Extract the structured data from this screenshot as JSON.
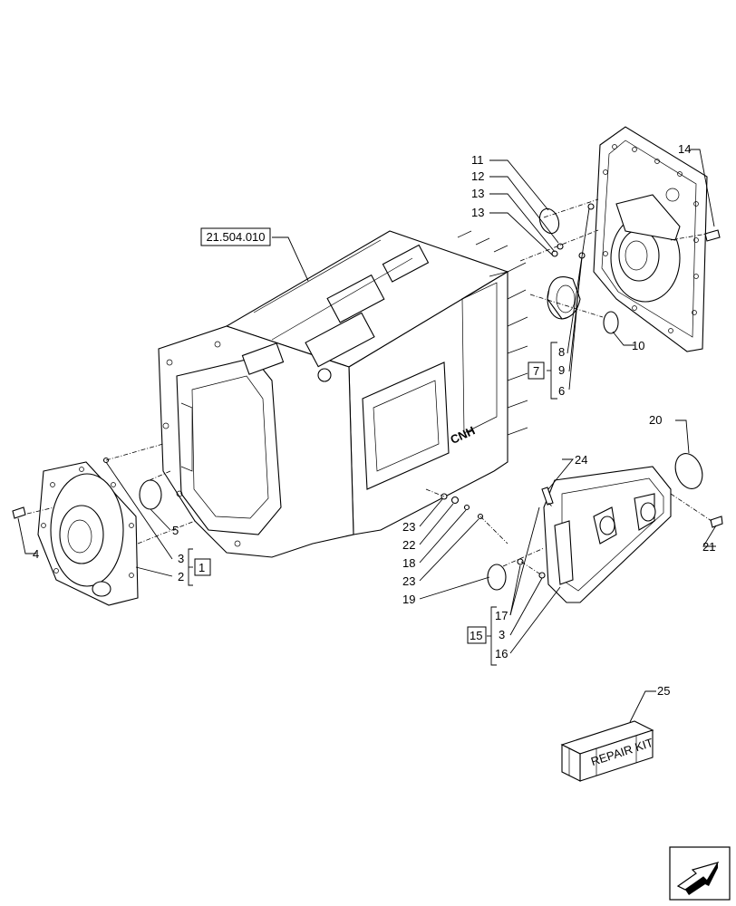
{
  "reference": "21.504.010",
  "callouts": [
    "11",
    "12",
    "13",
    "13",
    "14",
    "8",
    "9",
    "6",
    "7",
    "10",
    "20",
    "24",
    "21",
    "23",
    "22",
    "18",
    "23",
    "19",
    "17",
    "3",
    "16",
    "15",
    "5",
    "4",
    "3",
    "2",
    "1",
    "25"
  ],
  "kit_label": "REPAIR KIT",
  "brand_mark": "CNH",
  "nav_icon": "next-page-arrow-icon"
}
